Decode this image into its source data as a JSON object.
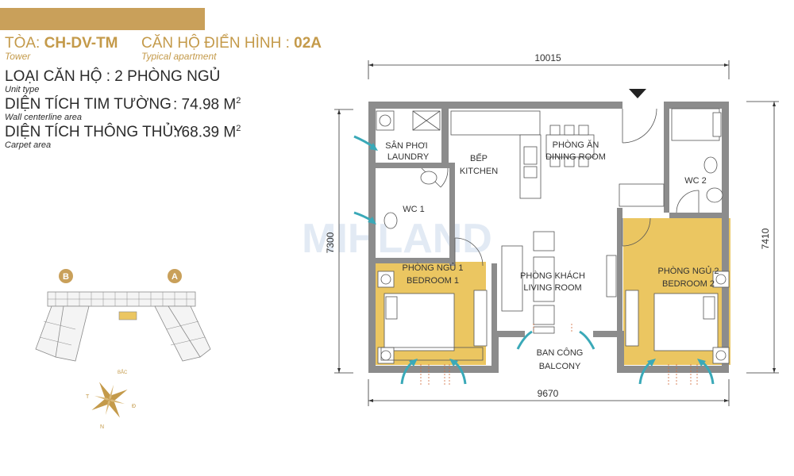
{
  "header": {
    "tower_key": "TÒA:",
    "tower_value": "CH-DV-TM",
    "tower_sub": "Tower",
    "typical_key": "CĂN HỘ ĐIỂN HÌNH :",
    "typical_value": "02A",
    "typical_sub": "Typical apartment"
  },
  "specs": {
    "unit_type_label": "LOẠI CĂN HỘ : 2 PHÒNG NGỦ",
    "unit_type_sub": "Unit type",
    "wall_area_label": "DIỆN TÍCH TIM TƯỜNG",
    "wall_area_value": ": 74.98 M",
    "wall_area_sup": "2",
    "wall_area_sub": "Wall centerline area",
    "carpet_area_label": "DIỆN TÍCH THÔNG THỦY",
    "carpet_area_value": ": 68.39 M",
    "carpet_area_sup": "2",
    "carpet_area_sub": "Carpet area"
  },
  "keyplan": {
    "marker_b": "B",
    "marker_a": "A"
  },
  "compass": {
    "north_top": "BẮC",
    "west": "T",
    "east": "Đ",
    "south": "N"
  },
  "watermark": "MIHLAND",
  "dimensions": {
    "top_width": "10015",
    "bottom_width": "9670",
    "left_height": "7300",
    "right_height": "7410"
  },
  "rooms": {
    "laundry_vi": "SÂN PHƠI",
    "laundry_en": "LAUNDRY",
    "kitchen_vi": "BẾP",
    "kitchen_en": "KITCHEN",
    "dining_vi": "PHÒNG ĂN",
    "dining_en": "DINING ROOM",
    "wc1": "WC 1",
    "wc2": "WC 2",
    "bedroom1_vi": "PHÒNG NGỦ 1",
    "bedroom1_en": "BEDROOM 1",
    "living_vi": "PHÒNG KHÁCH",
    "living_en": "LIVING ROOM",
    "bedroom2_vi": "PHÒNG NGỦ 2",
    "bedroom2_en": "BEDROOM 2",
    "balcony_vi": "BAN CÔNG",
    "balcony_en": "BALCONY"
  },
  "colors": {
    "gold": "#c49a4a",
    "bar": "#c9a05a",
    "bedroom_fill": "#ebc661",
    "wall": "#8c8c8c",
    "arrow": "#3aa9b8"
  }
}
